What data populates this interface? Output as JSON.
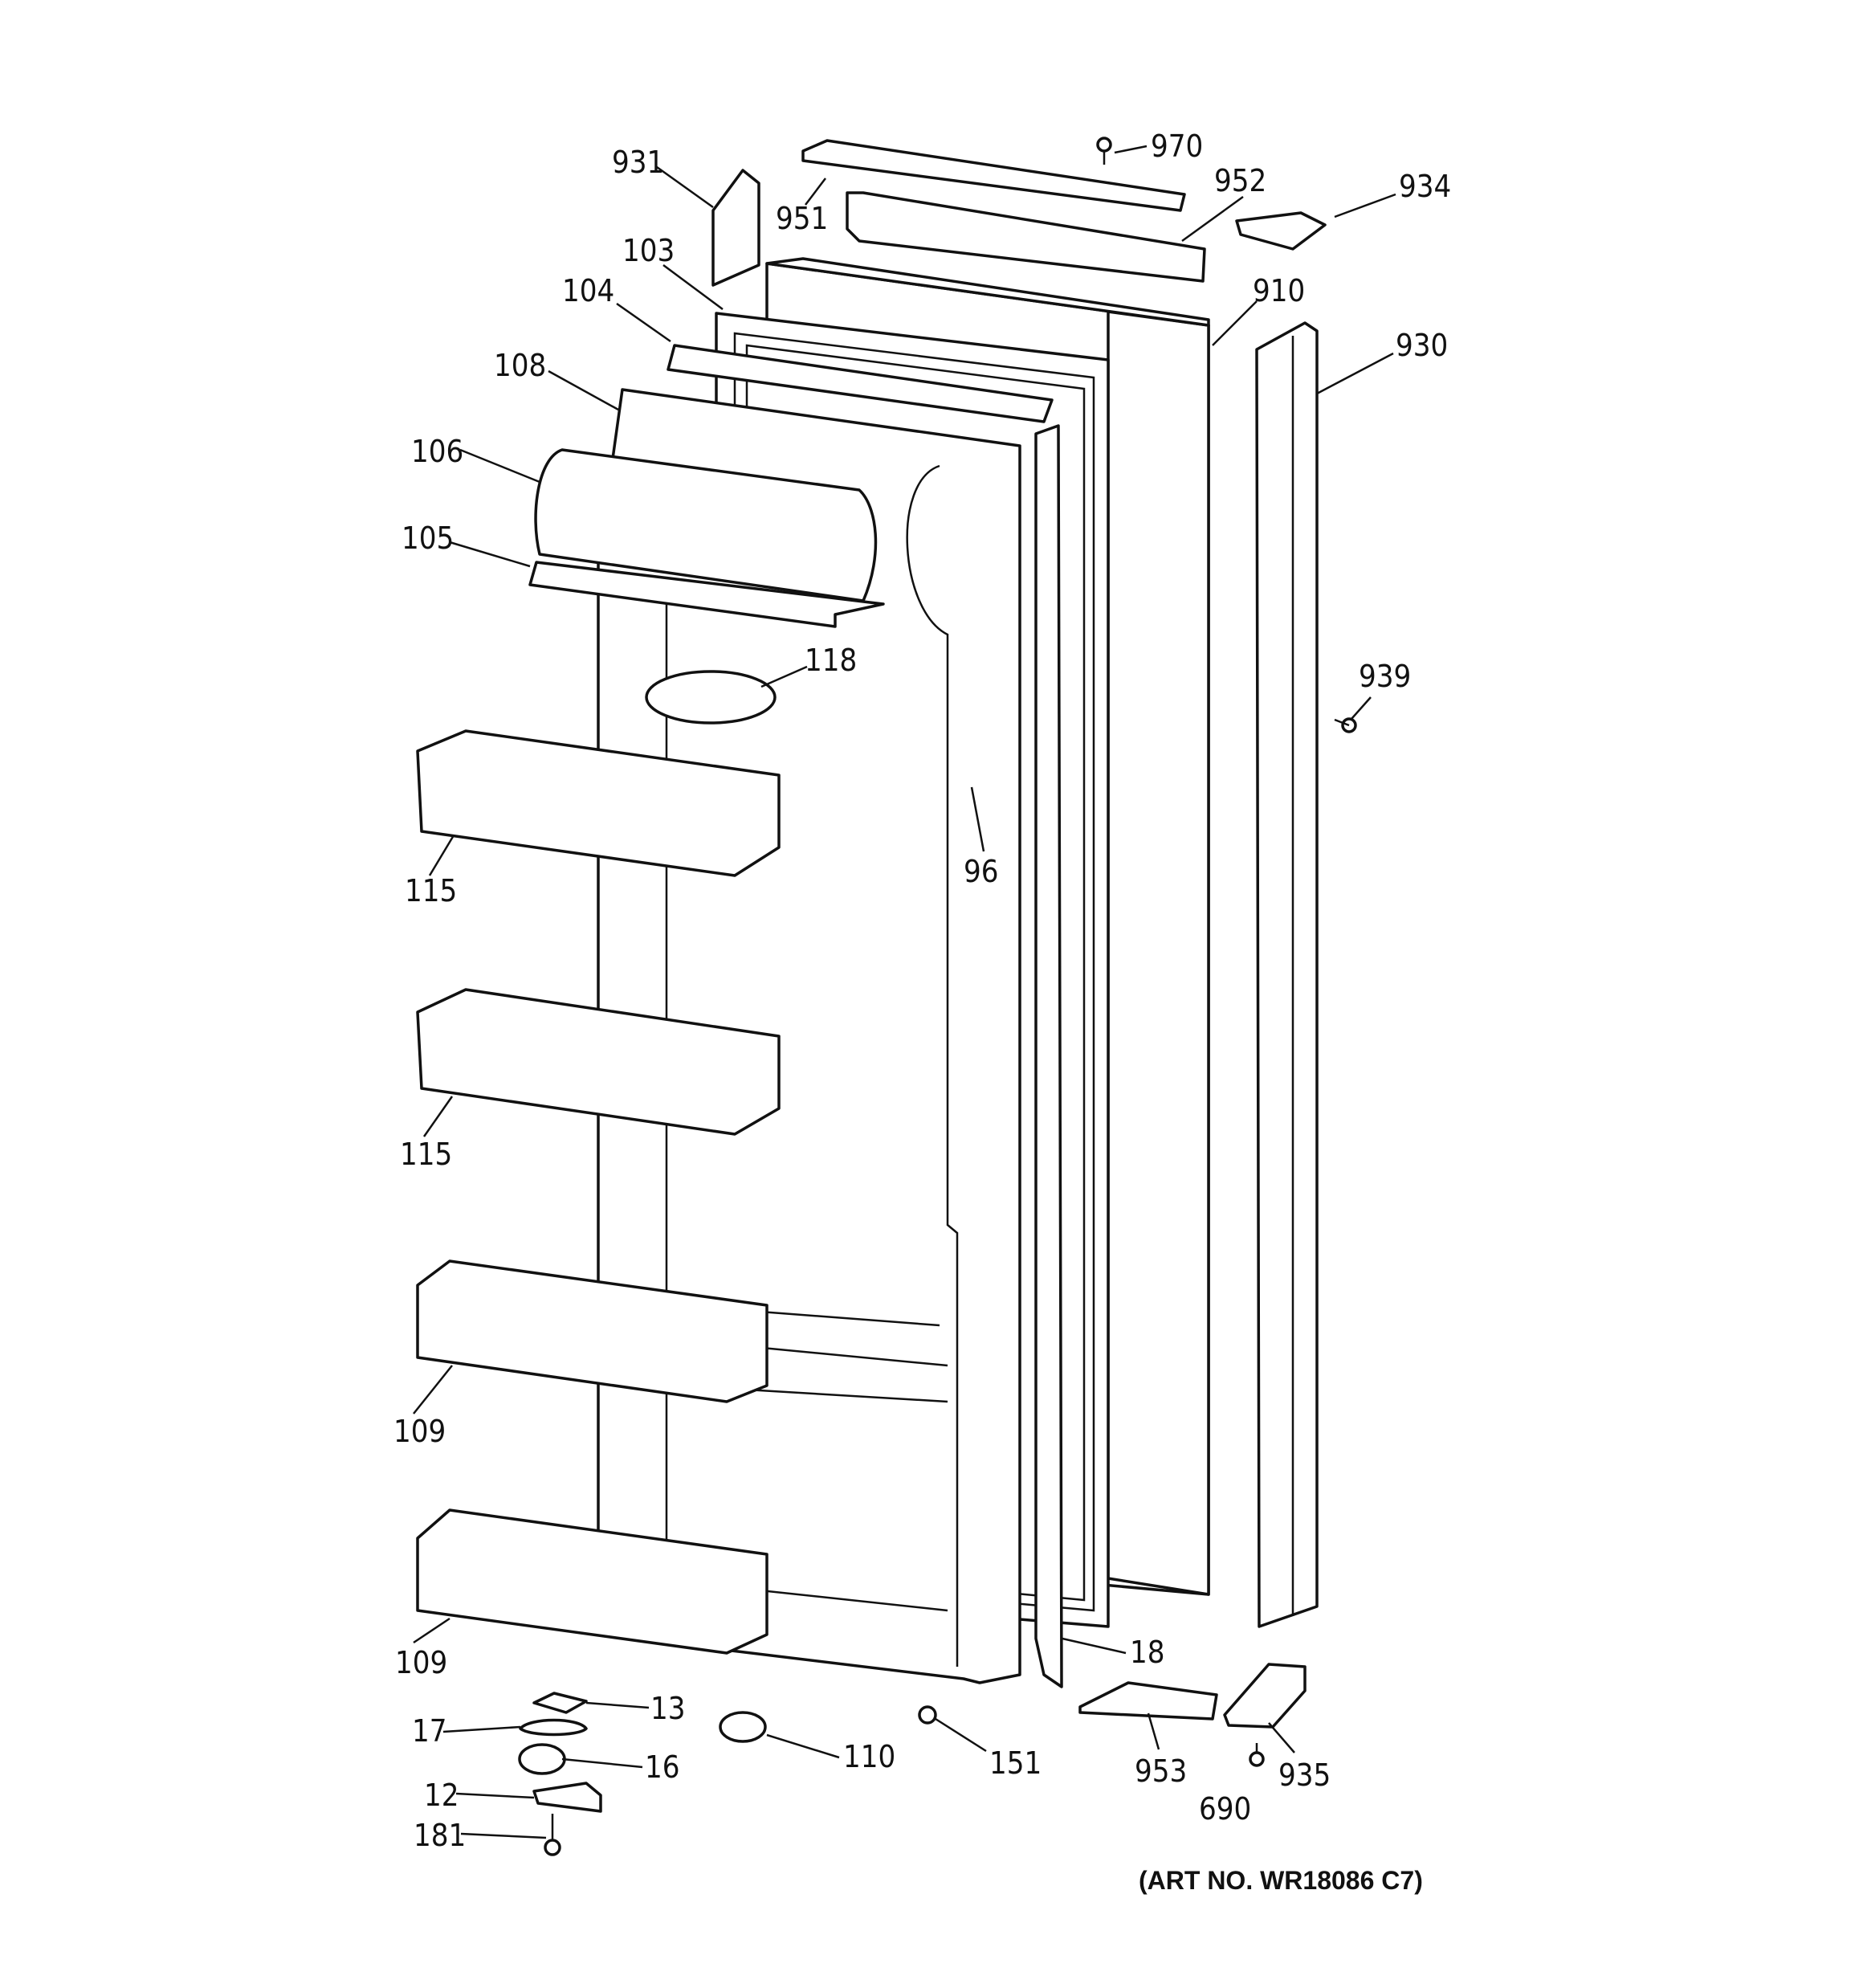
{
  "callouts": [
    {
      "id": "931",
      "label": "931"
    },
    {
      "id": "951",
      "label": "951"
    },
    {
      "id": "970",
      "label": "970"
    },
    {
      "id": "952",
      "label": "952"
    },
    {
      "id": "934",
      "label": "934"
    },
    {
      "id": "103",
      "label": "103"
    },
    {
      "id": "104",
      "label": "104"
    },
    {
      "id": "910",
      "label": "910"
    },
    {
      "id": "930",
      "label": "930"
    },
    {
      "id": "108",
      "label": "108"
    },
    {
      "id": "106",
      "label": "106"
    },
    {
      "id": "105",
      "label": "105"
    },
    {
      "id": "118",
      "label": "118"
    },
    {
      "id": "939",
      "label": "939"
    },
    {
      "id": "115a",
      "label": "115"
    },
    {
      "id": "96",
      "label": "96"
    },
    {
      "id": "115b",
      "label": "115"
    },
    {
      "id": "109a",
      "label": "109"
    },
    {
      "id": "109b",
      "label": "109"
    },
    {
      "id": "18",
      "label": "18"
    },
    {
      "id": "13",
      "label": "13"
    },
    {
      "id": "17",
      "label": "17"
    },
    {
      "id": "16",
      "label": "16"
    },
    {
      "id": "110",
      "label": "110"
    },
    {
      "id": "151",
      "label": "151"
    },
    {
      "id": "953",
      "label": "953"
    },
    {
      "id": "935",
      "label": "935"
    },
    {
      "id": "12",
      "label": "12"
    },
    {
      "id": "690",
      "label": "690"
    },
    {
      "id": "181",
      "label": "181"
    }
  ],
  "art_number": "(ART NO. WR18086 C7)"
}
